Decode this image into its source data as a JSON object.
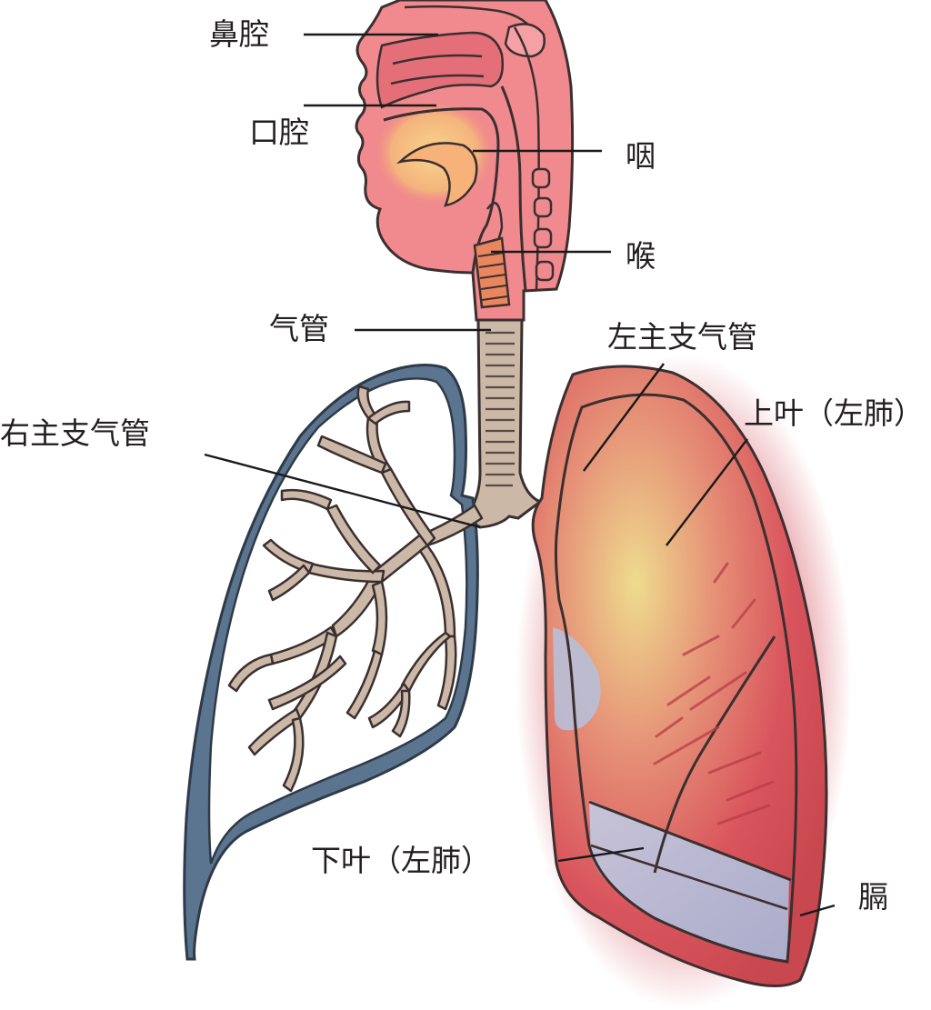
{
  "labels": {
    "nasal_cavity": "鼻腔",
    "oral_cavity": "口腔",
    "pharynx": "咽",
    "larynx": "喉",
    "trachea": "气管",
    "left_main_bronchus": "左主支气管",
    "right_main_bronchus": "右主支气管",
    "upper_lobe_left": "上叶（左肺）",
    "lower_lobe_left": "下叶（左肺）",
    "diaphragm": "膈"
  },
  "colors": {
    "head_fill": "#f0868a",
    "head_dark": "#e06a72",
    "mouth_yellow": "#f6c27e",
    "outline": "#3b2f30",
    "pleura_blue": "#5b7590",
    "airway_beige": "#cbb8a7",
    "lung_red": "#d8575e",
    "lung_yellow": "#f0d98a",
    "lung_blue": "#b8bfd8",
    "leader_line": "#1a1a1a"
  }
}
